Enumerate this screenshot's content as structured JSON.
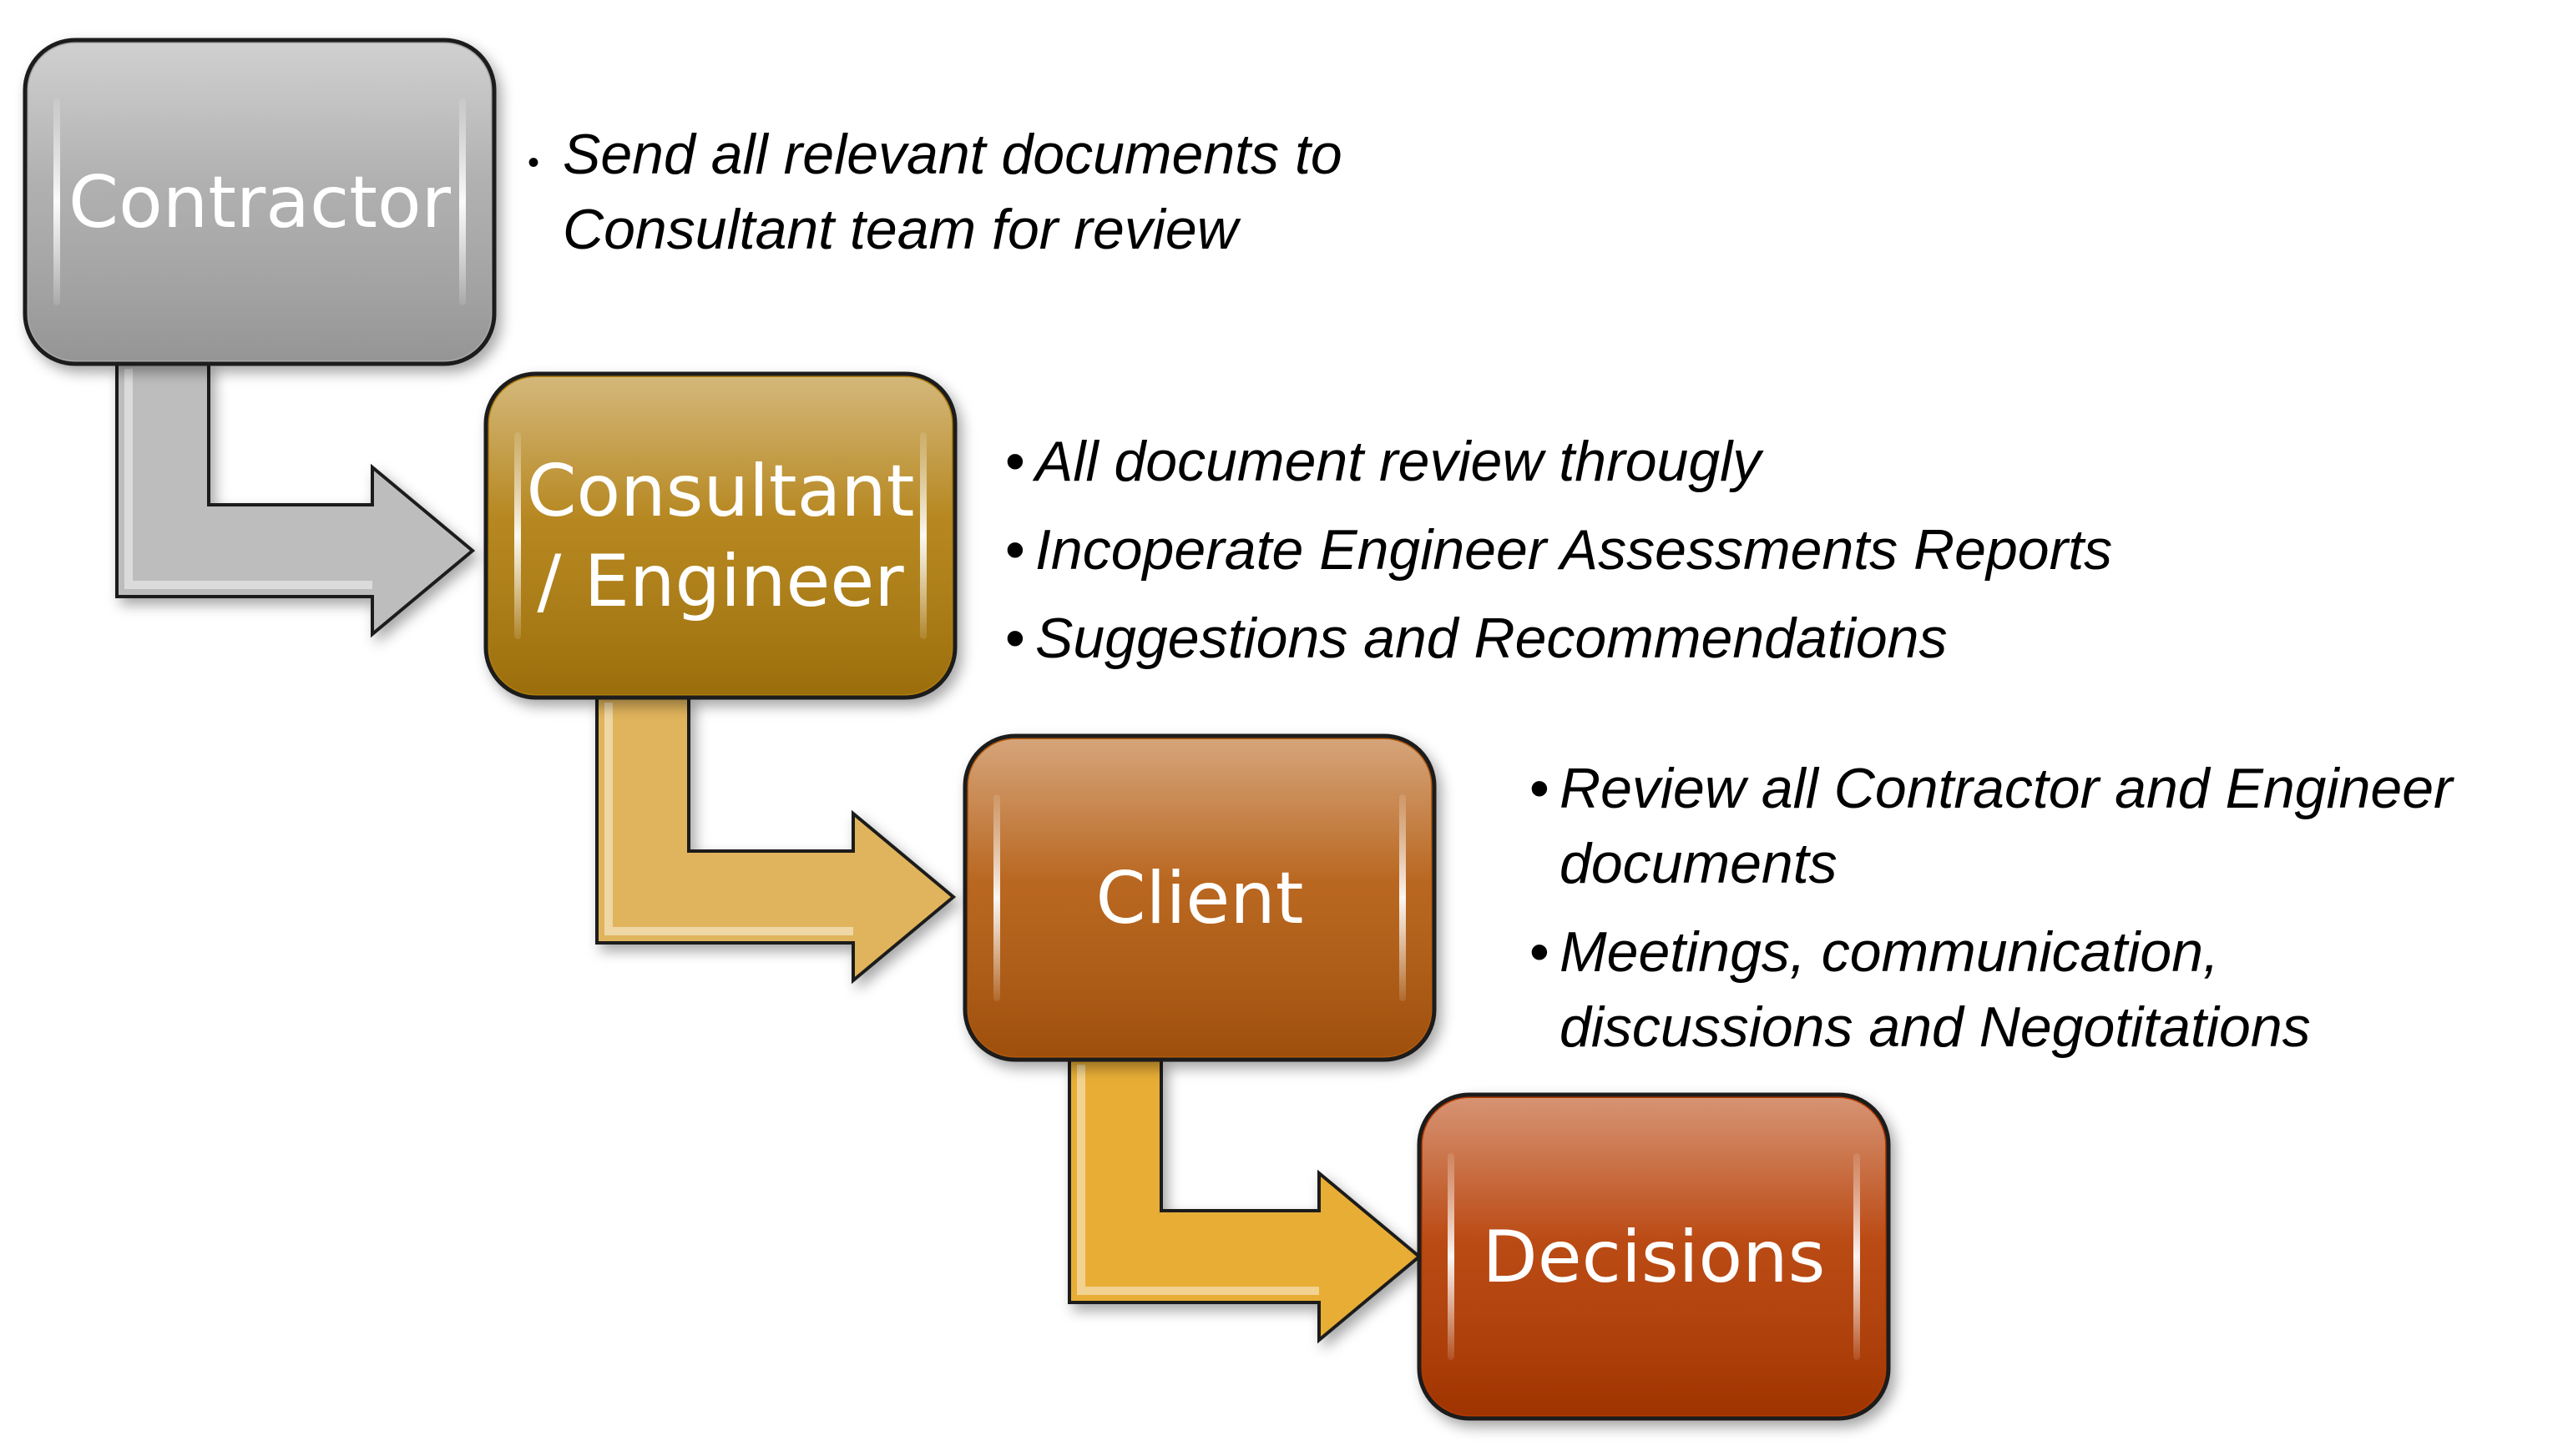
{
  "steps": [
    {
      "label_lines": [
        "Contractor"
      ],
      "color": "#a9a9a9",
      "notes": [
        {
          "lines": [
            "Send all relevant documents to",
            "Consultant team for review"
          ]
        }
      ]
    },
    {
      "label_lines": [
        "Consultant",
        "/ Engineer"
      ],
      "color": "#b07d11",
      "notes": [
        {
          "lines": [
            "All document review througly"
          ]
        },
        {
          "lines": [
            "Incoperate Engineer Assessments Reports"
          ]
        },
        {
          "lines": [
            "Suggestions and Recommendations"
          ]
        }
      ]
    },
    {
      "label_lines": [
        "Client"
      ],
      "color": "#b35a08",
      "notes": [
        {
          "lines": [
            "Review all Contractor and Engineer",
            "documents"
          ]
        },
        {
          "lines": [
            "Meetings, communication,",
            "discussions and Negotitations"
          ]
        }
      ]
    },
    {
      "label_lines": [
        "Decisions"
      ],
      "color": "#b53a04",
      "notes": []
    }
  ],
  "arrow_colors": [
    "#bdbdbd",
    "#e0b45c",
    "#e8ad35"
  ],
  "bullet_char": "•"
}
